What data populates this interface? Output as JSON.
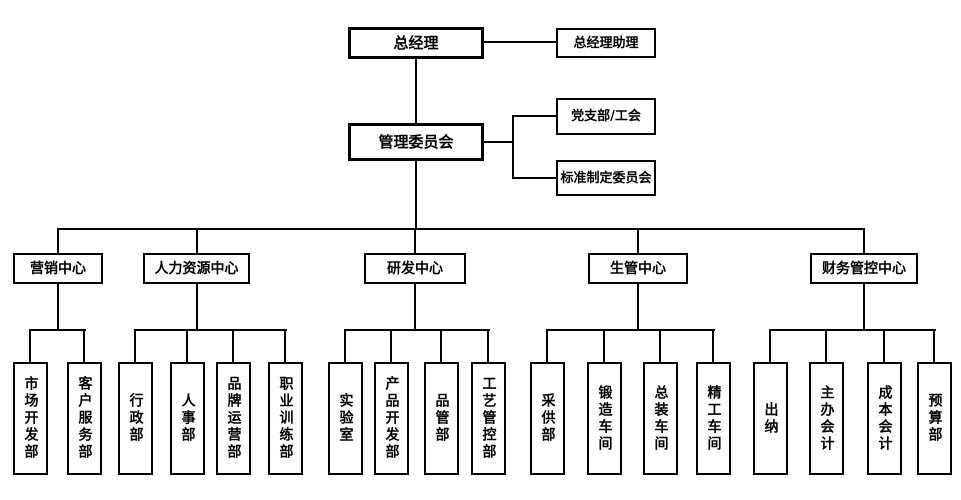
{
  "org": {
    "general_manager": "总经理",
    "gm_assistant": "总经理助理",
    "committee": "管理委员会",
    "party_union": "党支部/工会",
    "standards_committee": "标准制定委员会",
    "centers": [
      {
        "label": "营销中心",
        "departments": [
          "市场开发部",
          "客户服务部"
        ]
      },
      {
        "label": "人力资源中心",
        "departments": [
          "行政部",
          "人事部",
          "品牌运营部",
          "职业训练部"
        ]
      },
      {
        "label": "研发中心",
        "departments": [
          "实验室",
          "产品开发部",
          "品管部",
          "工艺管控部"
        ]
      },
      {
        "label": "生管中心",
        "departments": [
          "采供部",
          "锻造车间",
          "总装车间",
          "精工车间"
        ]
      },
      {
        "label": "财务管控中心",
        "departments": [
          "出纳",
          "主办会计",
          "成本会计",
          "预算部"
        ]
      }
    ],
    "colors": {
      "line": "#000000",
      "background": "#ffffff",
      "text": "#000000"
    }
  }
}
